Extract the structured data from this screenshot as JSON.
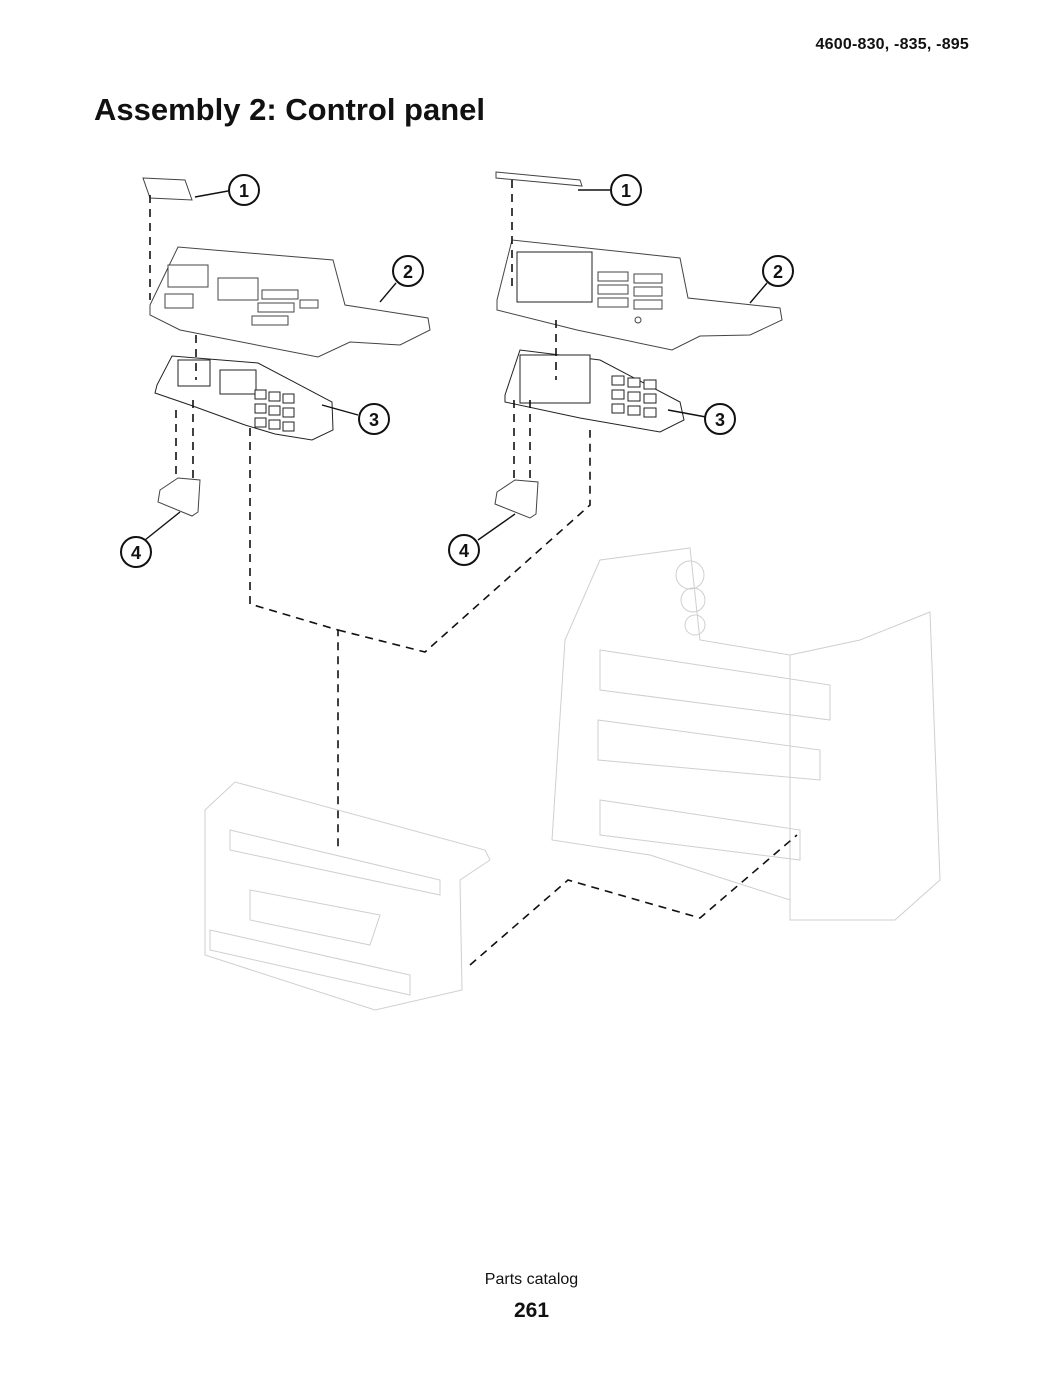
{
  "header": {
    "model_numbers": "4600-830, -835, -895"
  },
  "page_title": "Assembly 2: Control panel",
  "callouts": [
    "1",
    "2",
    "3",
    "4"
  ],
  "footer": {
    "label": "Parts catalog",
    "page_number": "261"
  }
}
